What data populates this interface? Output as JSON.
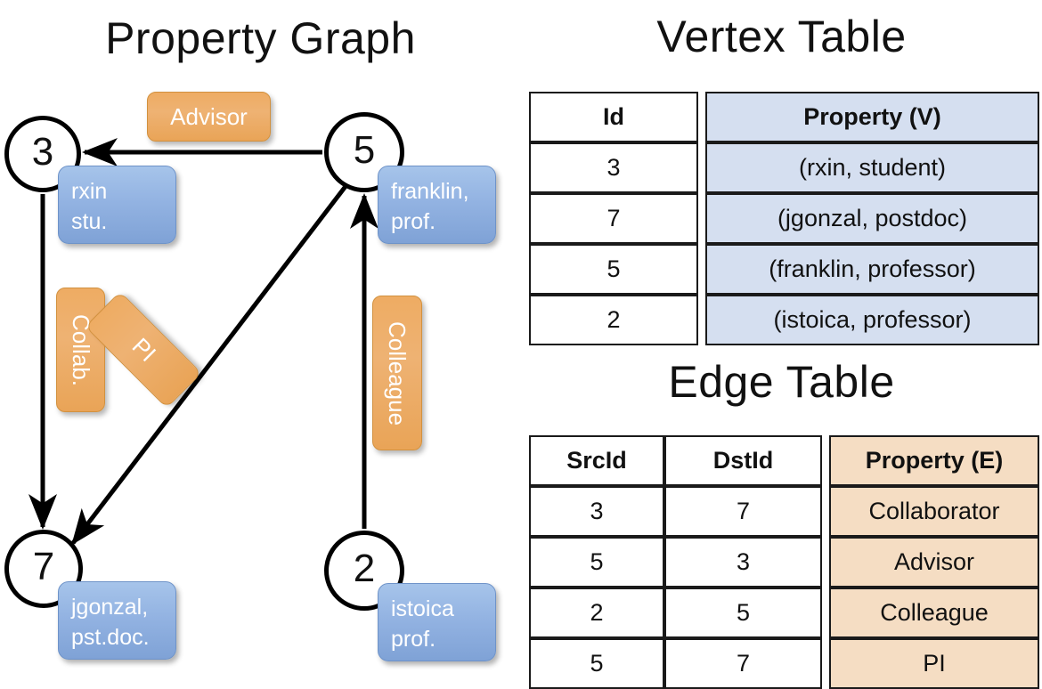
{
  "titles": {
    "property_graph": "Property Graph",
    "vertex_table": "Vertex Table",
    "edge_table": "Edge Table"
  },
  "graph": {
    "nodes": [
      {
        "id": "3",
        "property_lines": [
          "rxin",
          "stu."
        ]
      },
      {
        "id": "5",
        "property_lines": [
          "franklin,",
          "prof."
        ]
      },
      {
        "id": "7",
        "property_lines": [
          "jgonzal,",
          "pst.doc."
        ]
      },
      {
        "id": "2",
        "property_lines": [
          "istoica",
          "prof."
        ]
      }
    ],
    "edge_labels": [
      {
        "name": "advisor",
        "text": "Advisor"
      },
      {
        "name": "collab",
        "text": "Collab."
      },
      {
        "name": "pi",
        "text": "PI"
      },
      {
        "name": "colleague",
        "text": "Colleague"
      }
    ],
    "edges": [
      {
        "src": "5",
        "dst": "3",
        "label": "Advisor"
      },
      {
        "src": "3",
        "dst": "7",
        "label": "Collab."
      },
      {
        "src": "5",
        "dst": "7",
        "label": "PI"
      },
      {
        "src": "2",
        "dst": "5",
        "label": "Colleague"
      }
    ]
  },
  "vertex_table": {
    "headers": [
      "Id",
      "Property (V)"
    ],
    "rows": [
      {
        "id": "3",
        "property": "(rxin, student)"
      },
      {
        "id": "7",
        "property": "(jgonzal, postdoc)"
      },
      {
        "id": "5",
        "property": "(franklin, professor)"
      },
      {
        "id": "2",
        "property": "(istoica, professor)"
      }
    ]
  },
  "edge_table": {
    "headers": [
      "SrcId",
      "DstId",
      "Property (E)"
    ],
    "rows": [
      {
        "src": "3",
        "dst": "7",
        "property": "Collaborator"
      },
      {
        "src": "5",
        "dst": "3",
        "property": "Advisor"
      },
      {
        "src": "2",
        "dst": "5",
        "property": "Colleague"
      },
      {
        "src": "5",
        "dst": "7",
        "property": "PI"
      }
    ]
  },
  "colors": {
    "vertex_property_fill": "#d5dff0",
    "edge_property_fill": "#f5ddc3",
    "node_box_blue": "#93b3e2",
    "edge_label_orange": "#eeb273",
    "stroke": "#000000"
  }
}
